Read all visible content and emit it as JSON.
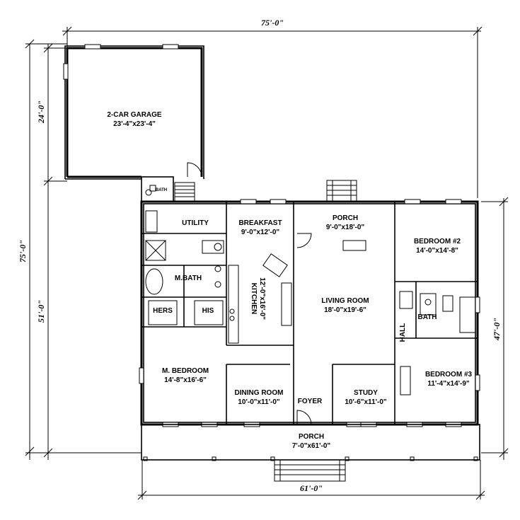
{
  "rooms": {
    "garage": {
      "name": "2-CAR GARAGE",
      "size": "23'-4\"x23'-4\""
    },
    "garage_bath": {
      "name": "BATH"
    },
    "utility": {
      "name": "UTILITY"
    },
    "breakfast": {
      "name": "BREAKFAST",
      "size": "9'-0\"x12'-0\""
    },
    "back_porch": {
      "name": "PORCH",
      "size": "9'-0\"x18'-0\""
    },
    "bedroom2": {
      "name": "BEDROOM #2",
      "size": "14'-0\"x14'-8\""
    },
    "mbath": {
      "name": "M.BATH"
    },
    "hers": {
      "name": "HERS"
    },
    "his": {
      "name": "HIS"
    },
    "kitchen": {
      "name": "KITCHEN",
      "size": "12'-0\"x16'-0\""
    },
    "living": {
      "name": "LIVING ROOM",
      "size": "18'-0\"x19'-6\""
    },
    "bath": {
      "name": "BATH"
    },
    "hall": {
      "name": "HALL"
    },
    "mbedroom": {
      "name": "M. BEDROOM",
      "size": "14'-8\"x16'-6\""
    },
    "dining": {
      "name": "DINING ROOM",
      "size": "10'-0\"x11'-0\""
    },
    "foyer": {
      "name": "FOYER"
    },
    "study": {
      "name": "STUDY",
      "size": "10'-6\"x11'-0\""
    },
    "bedroom3": {
      "name": "BEDROOM #3",
      "size": "11'-4\"x14'-9\""
    },
    "front_porch": {
      "name": "PORCH",
      "size": "7'-0\"x61'-0\""
    }
  },
  "dimensions": {
    "top_width": "75'-0\"",
    "left_total": "75'-0\"",
    "garage_depth": "24'-0\"",
    "house_depth": "51'-0\"",
    "right_depth": "47'-0\"",
    "bottom_width": "61'-0\""
  }
}
